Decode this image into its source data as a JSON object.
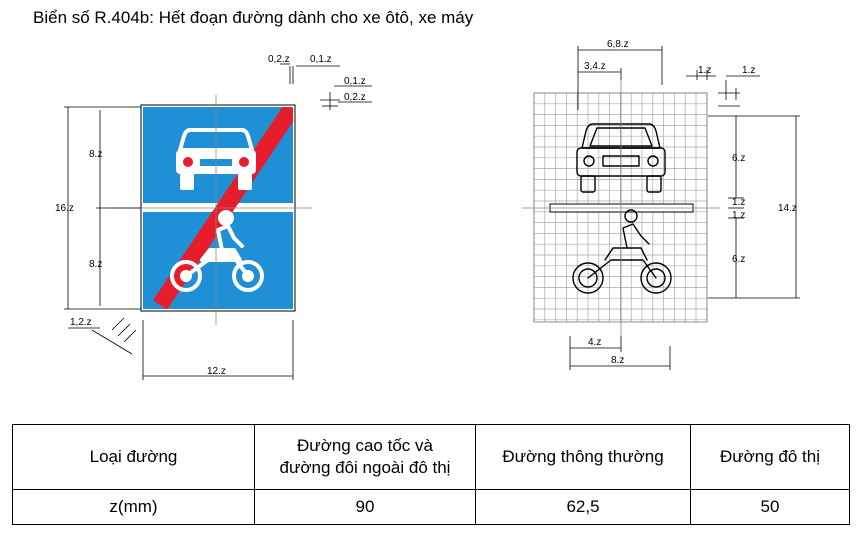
{
  "title": "Biển số R.404b: Hết đoạn đường dành cho xe ôtô, xe máy",
  "colors": {
    "sign_blue": "#1f8fd6",
    "slash_red": "#e61e2b",
    "grid": "#a8a8a8"
  },
  "left_dims": {
    "top_a": "0,2.z",
    "top_b": "0,1.z",
    "right_a": "0,1.z",
    "right_b": "0,2.z",
    "upper": "8.z",
    "total": "16.z",
    "lower": "8.z",
    "corner": "1,2.z",
    "width": "12.z"
  },
  "right_dims": {
    "top_outer": "6,8.z",
    "top_inner": "3,4.z",
    "top_small_a": "1.z",
    "top_small_b": "1.z",
    "car_height": "6.z",
    "sep_a": "1.z",
    "sep_b": "1.z",
    "total": "14.z",
    "moto_height": "6.z",
    "bottom_inner": "4.z",
    "bottom_outer": "8.z"
  },
  "table": {
    "headers": [
      "Loại đường",
      "Đường cao tốc và\nđường đôi ngoài đô thị",
      "Đường thông thường",
      "Đường đô thị"
    ],
    "row": [
      "z(mm)",
      "90",
      "62,5",
      "50"
    ]
  }
}
